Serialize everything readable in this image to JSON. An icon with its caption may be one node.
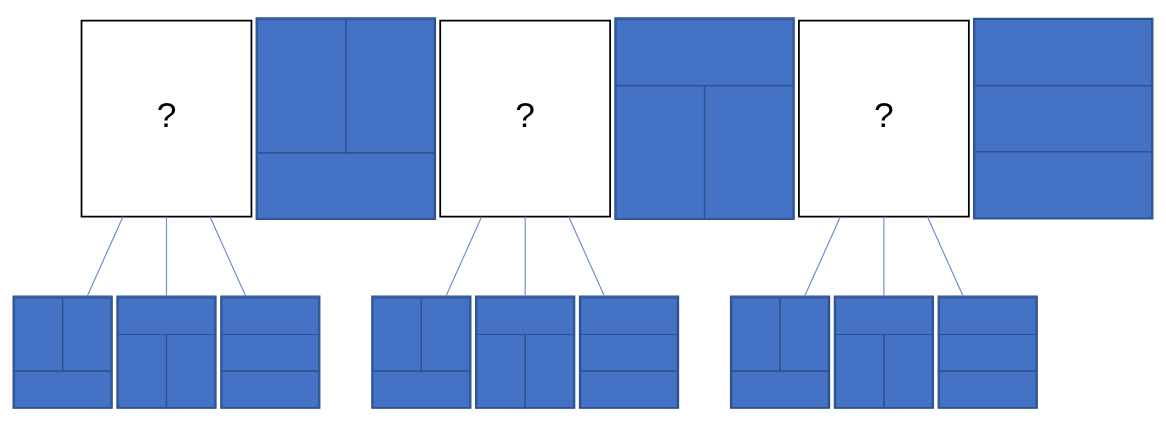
{
  "diagram": {
    "nodes": [
      {
        "text": [
          "?"
        ]
      },
      {
        "text": [],
        "shape": "box"
      },
      {
        "text": [
          "?"
        ]
      },
      {
        "text": [],
        "shape": "box"
      },
      {
        "text": [
          "?"
        ]
      },
      {
        "text": [],
        "shape": "box"
      },
      {
        "text": [],
        "shape": "box"
      },
      {
        "text": [],
        "shape": "box"
      },
      {
        "text": [],
        "shape": "box"
      },
      {
        "text": [],
        "shape": "box"
      },
      {
        "text": [],
        "shape": "box"
      },
      {
        "text": [],
        "shape": "box"
      },
      {
        "text": [],
        "shape": "box"
      },
      {
        "text": [],
        "shape": "box"
      },
      {
        "text": [],
        "shape": "box"
      }
    ],
    "edges": [
      {
        "from": 0,
        "to": 6,
        "arrow": "none"
      },
      {
        "from": 0,
        "to": 7,
        "arrow": "none"
      },
      {
        "from": 0,
        "to": 8,
        "arrow": "none"
      },
      {
        "from": 2,
        "to": 9,
        "arrow": "none"
      },
      {
        "from": 2,
        "to": 10,
        "arrow": "none"
      },
      {
        "from": 2,
        "to": 11,
        "arrow": "none"
      },
      {
        "from": 4,
        "to": 12,
        "arrow": "none"
      },
      {
        "from": 4,
        "to": 13,
        "arrow": "none"
      },
      {
        "from": 4,
        "to": 14,
        "arrow": "none"
      }
    ]
  }
}
